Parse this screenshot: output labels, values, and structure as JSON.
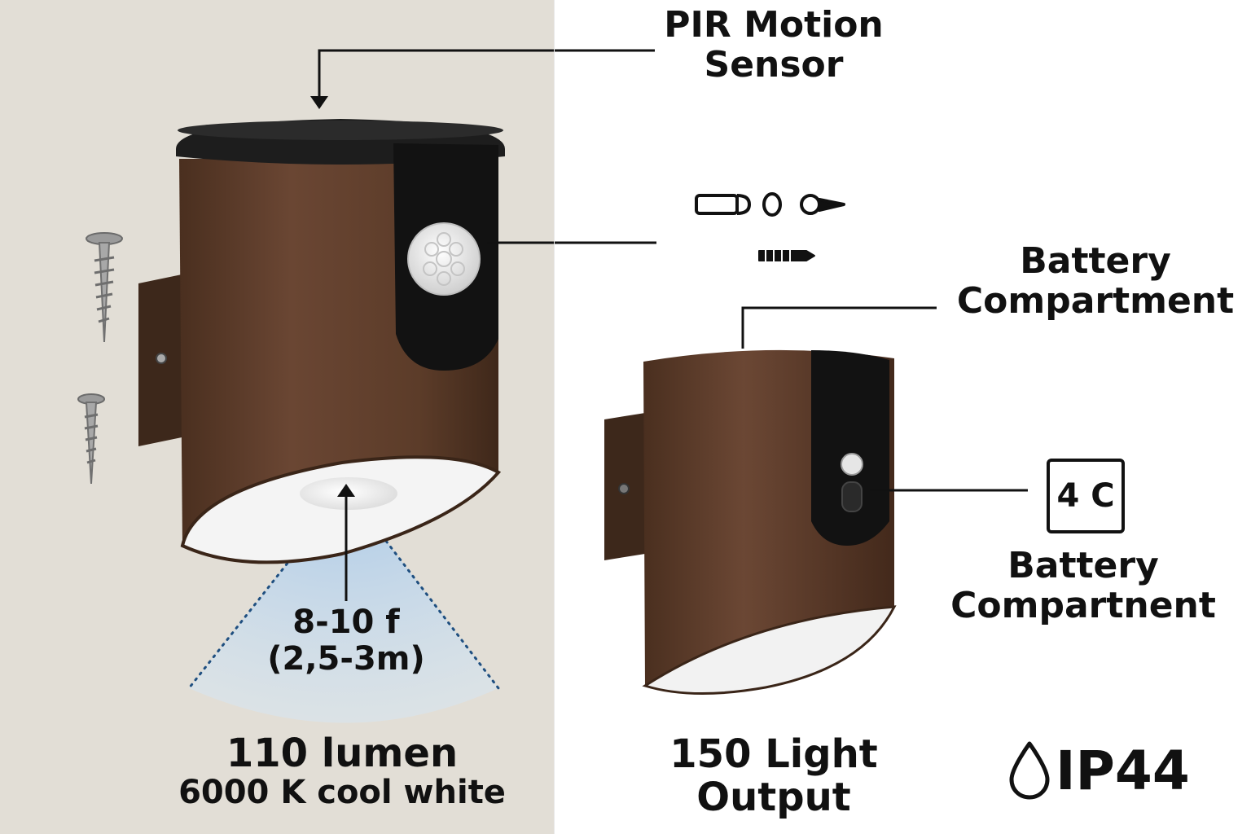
{
  "labels": {
    "pir_line1": "PIR Motion",
    "pir_line2": "Sensor",
    "battery_top_line1": "Battery",
    "battery_top_line2": "Compartment",
    "battery_bottom_line1": "Battery",
    "battery_bottom_line2": "Compartnent",
    "range_line1": "8-10 f",
    "range_line2": "(2,5-3m)",
    "lumen_line1": "110 lumen",
    "lumen_line2": "6000 K cool white",
    "output_line1": "150 Light",
    "output_line2": "Output"
  },
  "badge_4c": "4 C",
  "ip_rating": {
    "text": "IP44",
    "icon": "water-drop-icon"
  },
  "colors": {
    "housing_brown": "#5a3b28",
    "sensor_black": "#111111",
    "wall_bg": "#e2ded6",
    "beam_blue": "#b8d2ea"
  }
}
